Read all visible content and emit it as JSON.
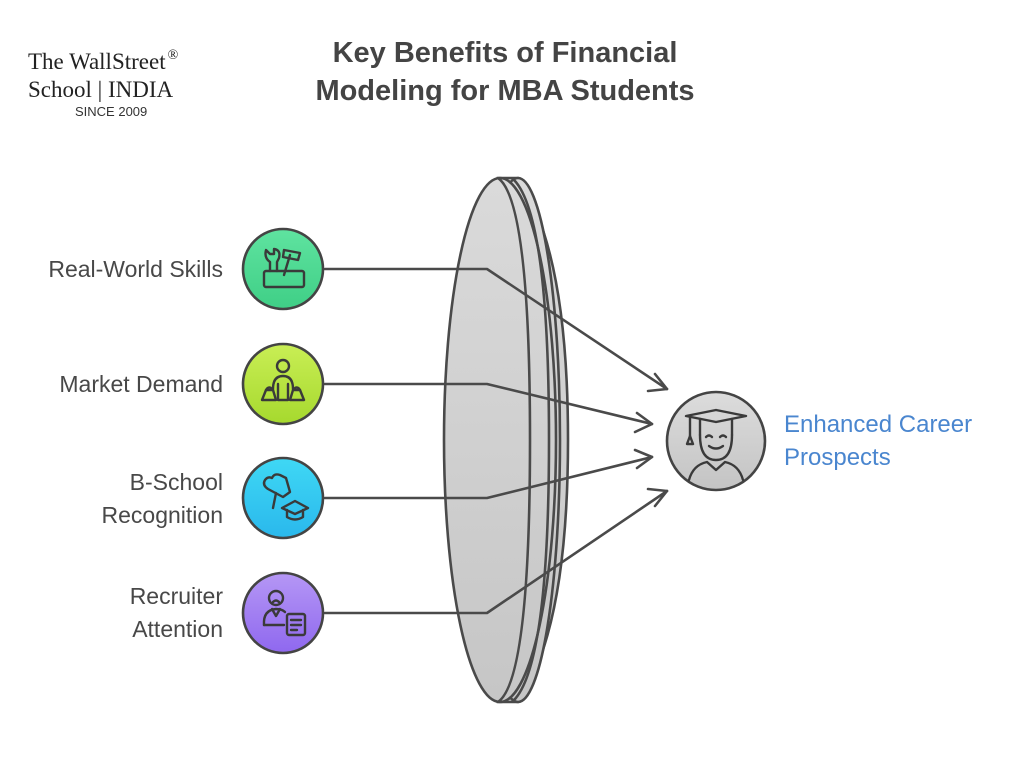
{
  "logo": {
    "line1": "The WallStreet",
    "registered": "®",
    "line2": "School | INDIA",
    "line3": "SINCE 2009"
  },
  "title": {
    "line1": "Key Benefits of Financial",
    "line2": "Modeling for MBA Students"
  },
  "inputs": [
    {
      "label_lines": [
        "Real-World Skills"
      ],
      "icon": "toolbox-icon",
      "color_top": "#5fe3a0",
      "color_bottom": "#3fcf86"
    },
    {
      "label_lines": [
        "Market Demand"
      ],
      "icon": "person-with-bags-icon",
      "color_top": "#c9ee55",
      "color_bottom": "#a6d92e"
    },
    {
      "label_lines": [
        "B-School",
        "Recognition"
      ],
      "icon": "pin-graduation-cap-icon",
      "color_top": "#3fd8f5",
      "color_bottom": "#2ab8ec"
    },
    {
      "label_lines": [
        "Recruiter",
        "Attention"
      ],
      "icon": "recruiter-document-icon",
      "color_top": "#b597f5",
      "color_bottom": "#8f68ef"
    }
  ],
  "funnel": {
    "shape": "lens-disc",
    "fill": "#d2d2d2",
    "stroke": "#4a4a4a"
  },
  "outcome": {
    "label_line1": "Enhanced Career",
    "label_line2": "Prospects",
    "icon": "graduate-icon",
    "color": "#4a86cf"
  }
}
